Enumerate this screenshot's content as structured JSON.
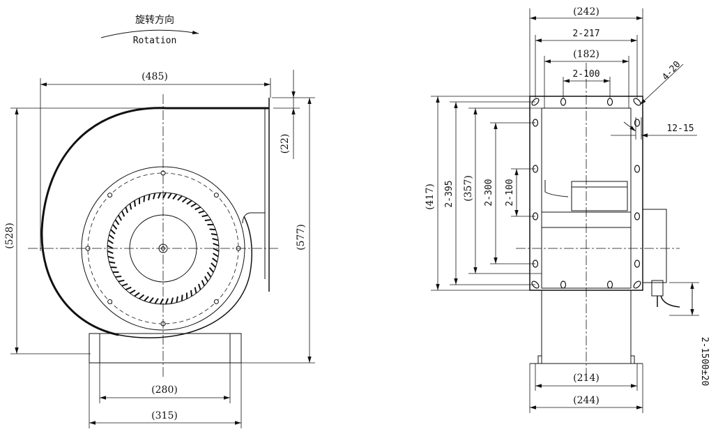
{
  "rotation": {
    "zh": "旋转方向",
    "en": "Rotation"
  },
  "front_view": {
    "width_overall": "(485)",
    "height_left": "(528)",
    "height_right": "(577)",
    "outlet_offset": "(22)",
    "base_inner": "(280)",
    "base_outer": "(315)"
  },
  "side_view": {
    "top_overall": "(242)",
    "top_holes": "2-217",
    "top_inner": "(182)",
    "top_hole_pitch": "2-100",
    "corner_holes": "4-20",
    "slot_size": "12-15",
    "height_overall": "(417)",
    "height_holes": "2-395",
    "height_inner": "(357)",
    "side_holes_outer": "2-300",
    "side_holes_inner": "2-100",
    "bottom_inner": "(214)",
    "bottom_outer": "(244)",
    "cable": "2-1500±20"
  }
}
